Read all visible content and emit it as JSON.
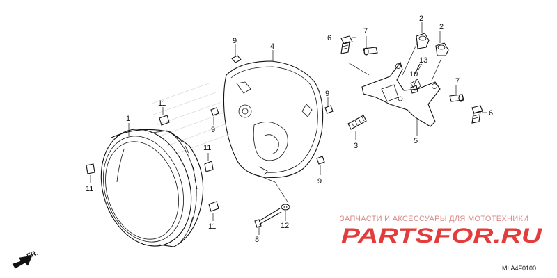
{
  "diagram": {
    "code": "MLA4F0100",
    "direction_label": "FR.",
    "watermark": {
      "caption": "ЗАПЧАСТИ И АКСЕССУАРЫ ДЛЯ МОТОТЕХНИКИ",
      "brand": "PARTSFOR.RU"
    },
    "callouts": [
      {
        "id": "1",
        "text": "1"
      },
      {
        "id": "2a",
        "text": "2"
      },
      {
        "id": "2b",
        "text": "2"
      },
      {
        "id": "3",
        "text": "3"
      },
      {
        "id": "4",
        "text": "4"
      },
      {
        "id": "5",
        "text": "5"
      },
      {
        "id": "6a",
        "text": "6"
      },
      {
        "id": "6b",
        "text": "6"
      },
      {
        "id": "7a",
        "text": "7"
      },
      {
        "id": "7b",
        "text": "7"
      },
      {
        "id": "8",
        "text": "8"
      },
      {
        "id": "9a",
        "text": "9"
      },
      {
        "id": "9b",
        "text": "9"
      },
      {
        "id": "9c",
        "text": "9"
      },
      {
        "id": "9d",
        "text": "9"
      },
      {
        "id": "10",
        "text": "10"
      },
      {
        "id": "11a",
        "text": "11"
      },
      {
        "id": "11b",
        "text": "11"
      },
      {
        "id": "11c",
        "text": "11"
      },
      {
        "id": "11d",
        "text": "11"
      },
      {
        "id": "12",
        "text": "12"
      },
      {
        "id": "13",
        "text": "13"
      }
    ]
  }
}
